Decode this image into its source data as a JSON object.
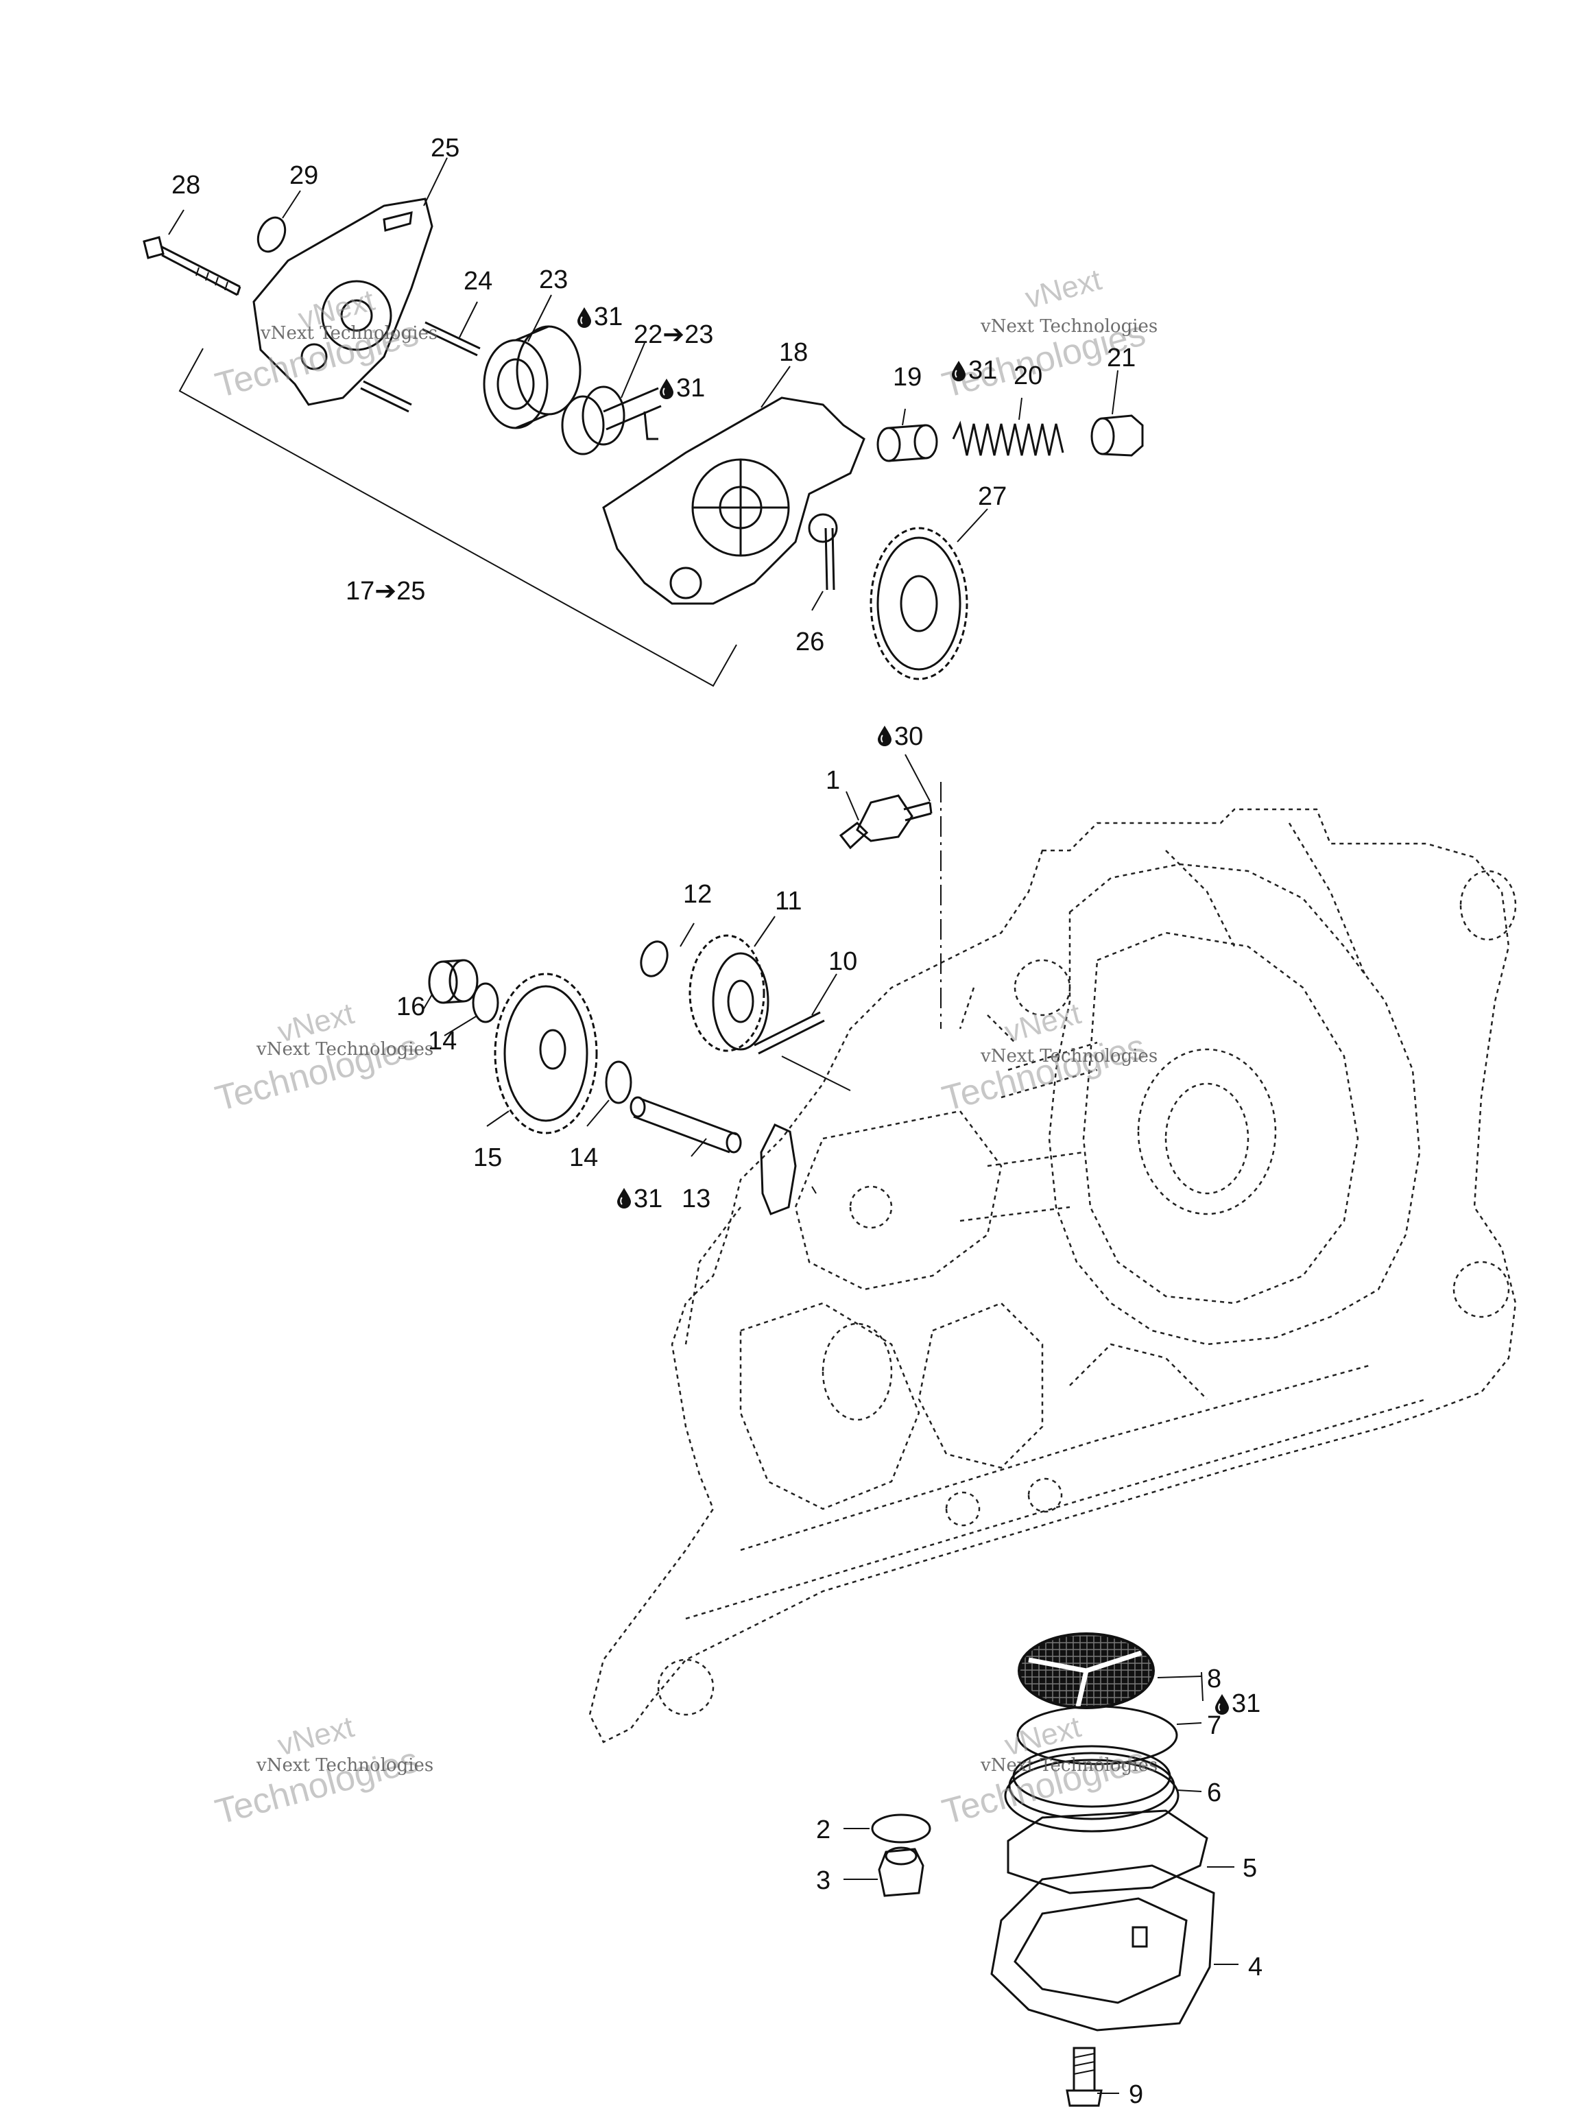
{
  "callouts": {
    "p1": "1",
    "p2": "2",
    "p3": "3",
    "p4": "4",
    "p5": "5",
    "p6": "6",
    "p7": "7",
    "p8": "8",
    "p9": "9",
    "p10": "10",
    "p11": "11",
    "p12": "12",
    "p13": "13",
    "p14a": "14",
    "p14b": "14",
    "p15": "15",
    "p16": "16",
    "p17_25": "17➔25",
    "p18": "18",
    "p19": "19",
    "p20": "20",
    "p21": "21",
    "p22_23": "22➔23",
    "p23": "23",
    "p24": "24",
    "p25": "25",
    "p26": "26",
    "p27": "27",
    "p28": "28",
    "p29": "29"
  },
  "lubricant_callouts": {
    "l31_a": "31",
    "l31_b": "31",
    "l31_c": "31",
    "l31_d": "31",
    "l31_e": "31",
    "l30": "30"
  },
  "icons": {
    "oil_drop": "oil-drop-icon"
  },
  "watermark": {
    "line1": "vNext",
    "line2": "Technologies",
    "small": "vNext Technologies"
  }
}
